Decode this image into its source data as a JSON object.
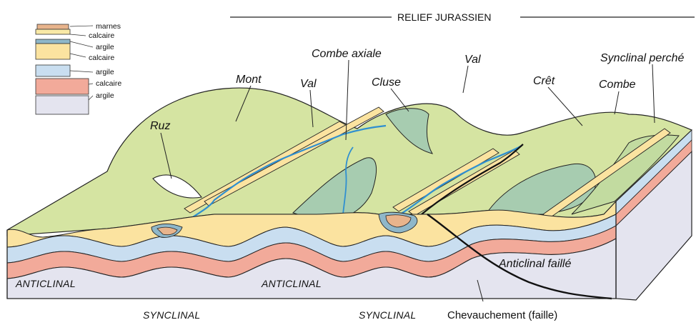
{
  "title": "RELIEF JURASSIEN",
  "legend": [
    {
      "label": "marnes",
      "color": "#e8b48c"
    },
    {
      "label": "calcaire",
      "color": "#f9e9a6"
    },
    {
      "label": "argile",
      "color": "#8fb7c9"
    },
    {
      "label": "calcaire",
      "color": "#fbe3a0"
    },
    {
      "label": "argile",
      "color": "#c9def0"
    },
    {
      "label": "calcaire",
      "color": "#f2aa9a"
    },
    {
      "label": "argile",
      "color": "#e4e4ef"
    }
  ],
  "labels": {
    "combe_axiale": "Combe axiale",
    "synclinal_perche": "Synclinal perché",
    "mont": "Mont",
    "val_left": "Val",
    "cluse": "Cluse",
    "val_right": "Val",
    "cret": "Crêt",
    "combe": "Combe",
    "ruz": "Ruz",
    "anticlinal_left": "ANTICLINAL",
    "anticlinal_mid": "ANTICLINAL",
    "anticlinal_faille": "Anticlinal faillé",
    "synclinal_left": "SYNCLINAL",
    "synclinal_right": "SYNCLINAL",
    "chevauchement": "Chevauchement (faille)"
  },
  "colors": {
    "surface_green": "#d5e4a2",
    "combe_green": "#a7ccb0",
    "river": "#2f8fd0",
    "calcaire_yellow": "#fbe3a0",
    "argile_blue": "#c9def0",
    "calcaire_red": "#f2aa9a",
    "argile_base": "#e4e4ef"
  }
}
